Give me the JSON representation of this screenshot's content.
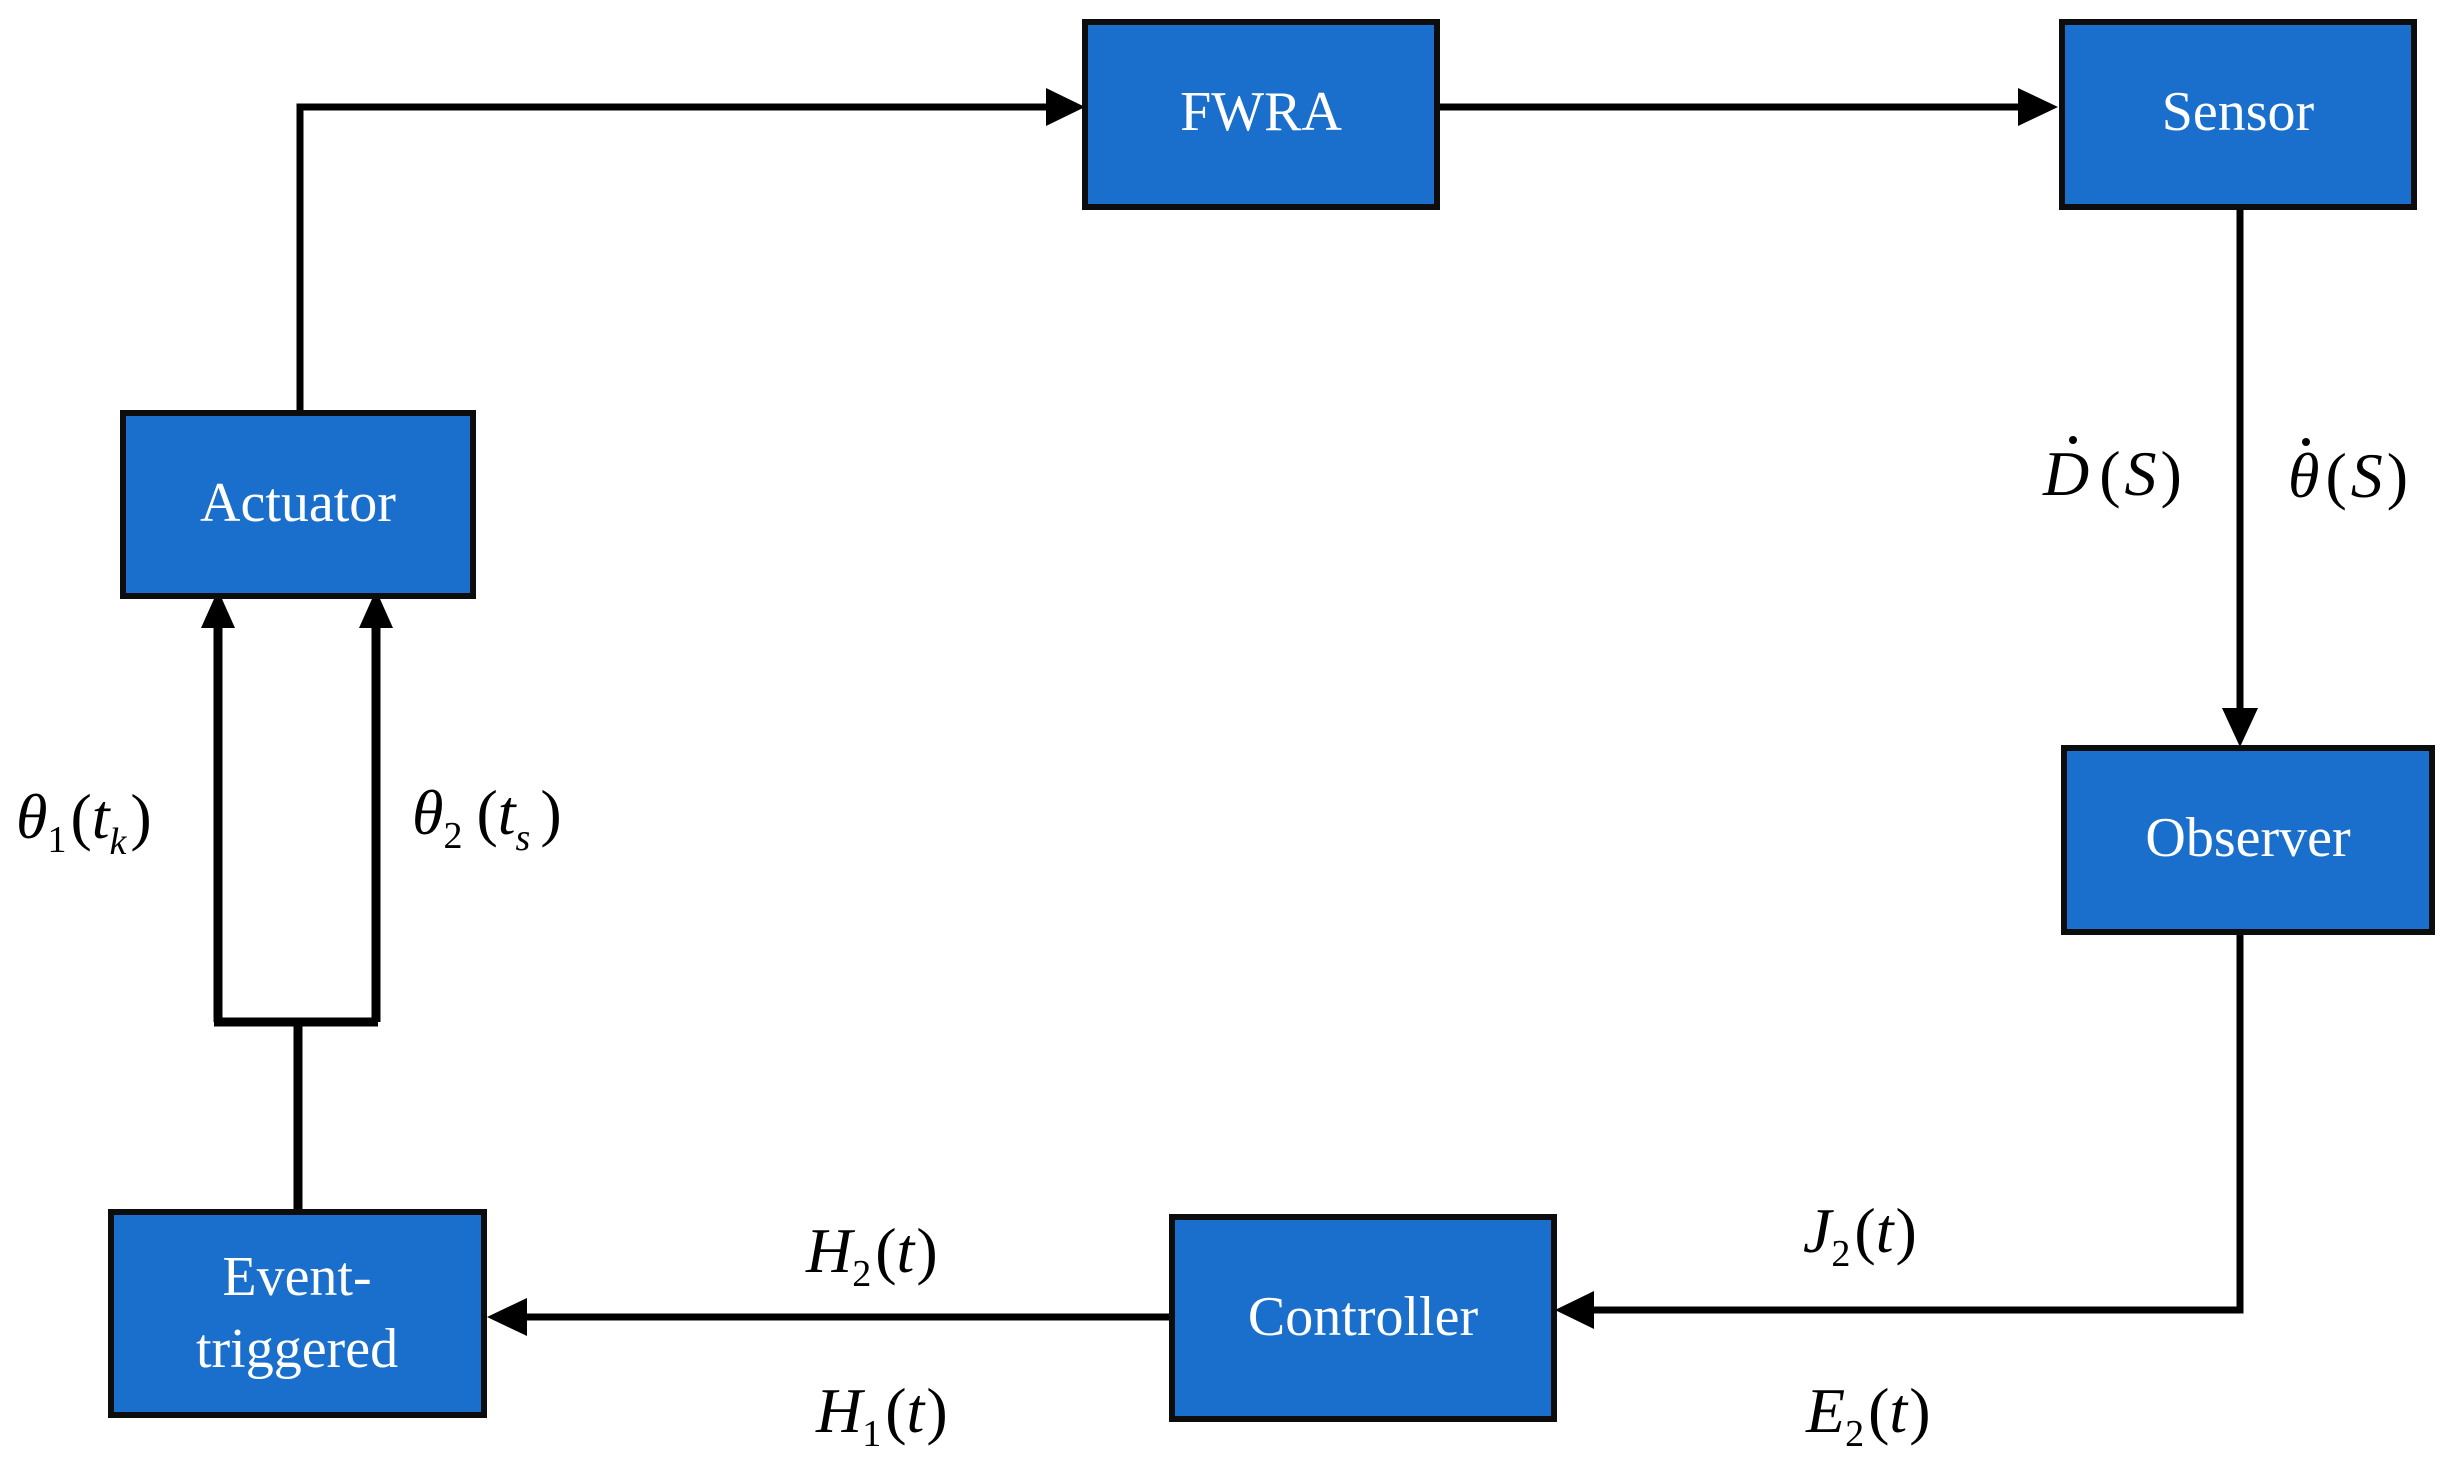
{
  "blocks": {
    "fwra": "FWRA",
    "sensor": "Sensor",
    "actuator": "Actuator",
    "observer": "Observer",
    "controller": "Controller",
    "event_line1": "Event-",
    "event_line2": "triggered"
  },
  "signals": {
    "theta1_tk": {
      "base": "θ",
      "sub": "1",
      "open": "(",
      "arg": "t",
      "argsub": "k",
      "close": ")"
    },
    "theta2_ts": {
      "base": "θ",
      "sub": "2",
      "open": "(",
      "arg": "t",
      "argsub": "s",
      "close": ")"
    },
    "d_dot_s": {
      "base": "D",
      "open": "(",
      "arg": "S",
      "close": ")"
    },
    "theta_dot_s": {
      "base": "θ",
      "open": "(",
      "arg": "S",
      "close": ")"
    },
    "h2_t": {
      "base": "H",
      "sub": "2",
      "open": "(",
      "arg": "t",
      "close": ")"
    },
    "h1_t": {
      "base": "H",
      "sub": "1",
      "open": "(",
      "arg": "t",
      "close": ")"
    },
    "j2_t": {
      "base": "J",
      "sub": "2",
      "open": "(",
      "arg": "t",
      "close": ")"
    },
    "e2_t": {
      "base": "E",
      "sub": "2",
      "open": "(",
      "arg": "t",
      "close": ")"
    }
  },
  "colors": {
    "block_fill": "#1b6fcc",
    "block_text": "#ffffff",
    "line": "#000000"
  }
}
